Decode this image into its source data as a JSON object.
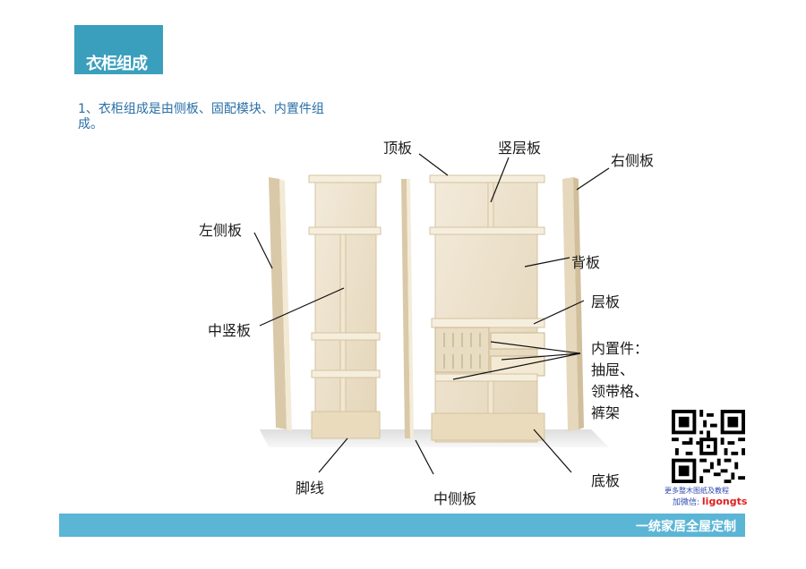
{
  "header": {
    "title": "衣柜组成"
  },
  "intro": {
    "text": "1、衣柜组成是由侧板、固配模块、内置件组成。"
  },
  "labels": {
    "top_panel": "顶板",
    "vertical_shelf": "竖层板",
    "right_side_panel": "右侧板",
    "left_side_panel": "左侧板",
    "back_panel": "背板",
    "middle_vertical_panel": "中竖板",
    "shelf": "层板",
    "built_in_line1": "内置件：",
    "built_in_line2": "抽屉、",
    "built_in_line3": "领带格、",
    "built_in_line4": "裤架",
    "kick_line": "脚线",
    "middle_side_panel": "中侧板",
    "bottom_panel": "底板"
  },
  "qr": {
    "caption1": "更多整木图纸及教程",
    "caption2_prefix": "加微信: ",
    "caption2_id": "ligongts"
  },
  "footer": {
    "text": "一统家居全屋定制"
  },
  "colors": {
    "accent": "#3a9fbd",
    "bar": "#5bb5d5",
    "wood": "#efe4cc",
    "wood_dark": "#d9c9a8"
  }
}
